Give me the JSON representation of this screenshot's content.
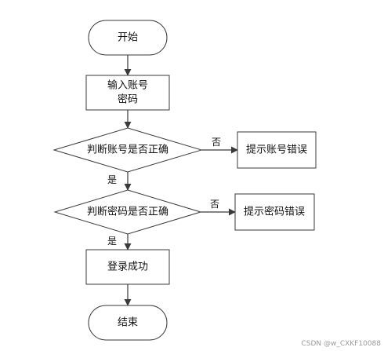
{
  "flowchart": {
    "nodes": {
      "start": {
        "label": "开始"
      },
      "input": {
        "line1": "输入账号",
        "line2": "密码"
      },
      "check_account": {
        "label": "判断账号是否正确"
      },
      "account_error": {
        "label": "提示账号错误"
      },
      "check_password": {
        "label": "判断密码是否正确"
      },
      "password_error": {
        "label": "提示密码错误"
      },
      "login_success": {
        "label": "登录成功"
      },
      "end": {
        "label": "结束"
      }
    },
    "edges": {
      "account_no": "否",
      "account_yes": "是",
      "password_no": "否",
      "password_yes": "是"
    }
  },
  "watermark": "CSDN @w_CXKF10088",
  "colors": {
    "stroke": "#3a3a3a",
    "fill": "#ffffff",
    "text": "#111111",
    "watermark": "#9a9a9a"
  }
}
